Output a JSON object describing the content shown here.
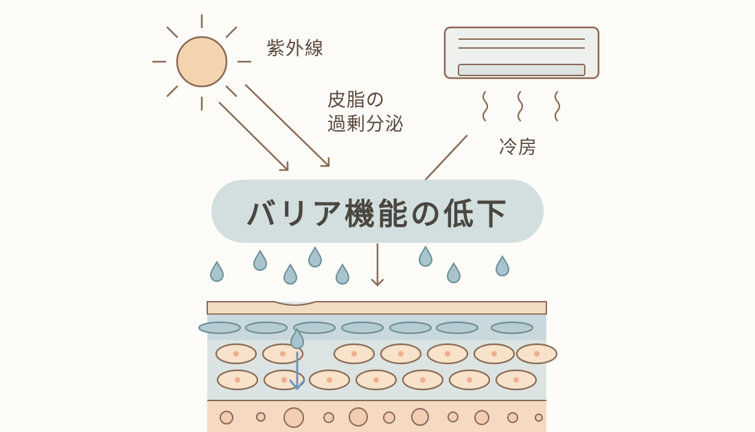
{
  "labels": {
    "uv": "紫外線",
    "sebum_line1": "皮脂の",
    "sebum_line2": "過剰分泌",
    "aircon": "冷房",
    "title": "バリア機能の低下"
  },
  "icons": [
    "sun-icon",
    "air-conditioner-icon",
    "water-drop-icon",
    "arrow-down-icon"
  ],
  "colors": {
    "line": "#8a6a56",
    "pill": "#d3dedf",
    "text": "#4a4740",
    "sun_fill": "#f4d4ae",
    "drop": "#a9c4cc",
    "drop_stroke": "#6d8f99",
    "skin_top": "#f1dcc3",
    "layer_blue": "#c9d8dc",
    "cell_fill": "#f8e2c9",
    "cell_nucleus": "#efae8f",
    "dermis": "#f5d9c2",
    "water_arrow": "#6f94c2"
  }
}
